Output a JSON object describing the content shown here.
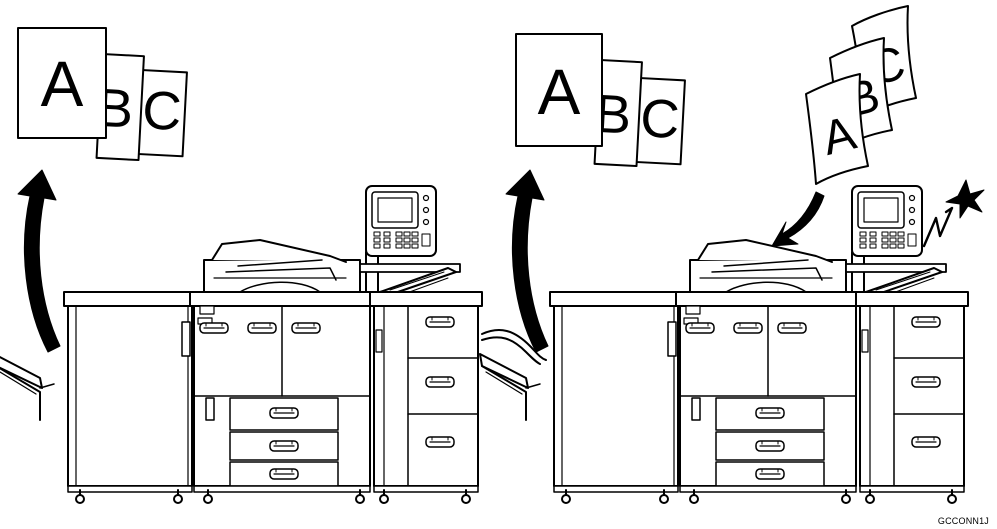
{
  "pages_out_left": [
    "A",
    "B",
    "C"
  ],
  "pages_out_right": [
    "A",
    "B",
    "C"
  ],
  "pages_in_right": [
    "A",
    "B",
    "C"
  ],
  "figure_code": "GCCONN1J",
  "colors": {
    "line": "#000000",
    "fill": "#ffffff"
  }
}
